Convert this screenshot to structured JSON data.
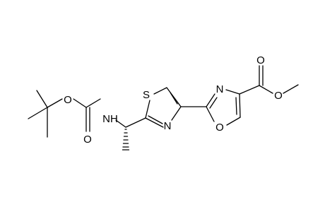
{
  "structure": {
    "atoms": {
      "o_carbonyl_boc": "O",
      "o_ester_boc": "O",
      "n_amide": "NH",
      "s_thiazole": "S",
      "n_thiazole": "N",
      "n_oxazole": "N",
      "o_oxazole": "O",
      "o_carbonyl_ester": "O",
      "o_ester_methyl": "O"
    },
    "colors": {
      "bond": "#000000",
      "label": "#000000",
      "background": "#ffffff"
    }
  }
}
